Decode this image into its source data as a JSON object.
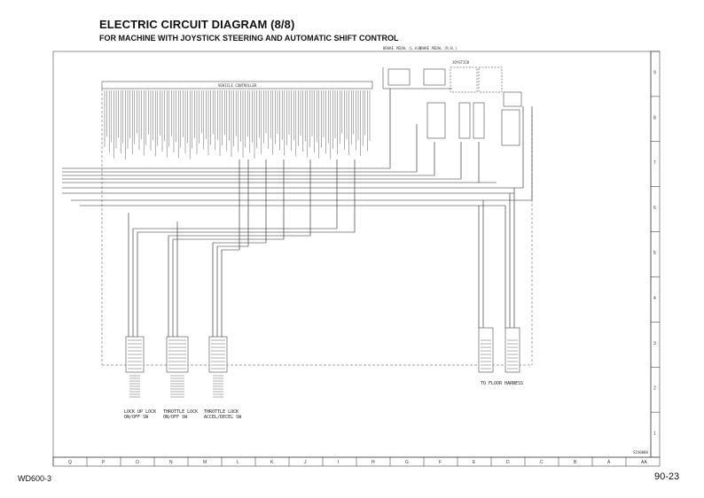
{
  "header": {
    "title": "ELECTRIC CIRCUIT DIAGRAM (8/8)",
    "subtitle": "FOR MACHINE WITH JOYSTICK STEERING AND AUTOMATIC SHIFT CONTROL"
  },
  "footer": {
    "model": "WD600-3",
    "page": "90-23"
  },
  "diagram": {
    "controller_label": "VEHICLE CONTROLLER",
    "brake_pedal_1": "BRAKE PEDAL (L.H.)",
    "brake_pedal_2": "BRAKE PEDAL (R.H.)",
    "joystick_label": "JOYSTICK",
    "to_floor_harness": "TO FLOOR HARNESS",
    "switch_1_line1": "LOCK UP LOCK",
    "switch_1_line2": "ON/OFF SW",
    "switch_2_line1": "THROTTLE LOCK",
    "switch_2_line2": "ON/OFF SW",
    "switch_3_line1": "THROTTLE LOCK",
    "switch_3_line2": "ACCEL/DECEL SW",
    "drawing_no": "SIX0000"
  },
  "bottom_ruler": [
    "Q",
    "P",
    "O",
    "N",
    "M",
    "L",
    "K",
    "J",
    "I",
    "H",
    "G",
    "F",
    "E",
    "D",
    "C",
    "B",
    "A",
    "AA"
  ],
  "right_ruler": [
    "9",
    "8",
    "7",
    "6",
    "5",
    "4",
    "3",
    "2",
    "1"
  ]
}
